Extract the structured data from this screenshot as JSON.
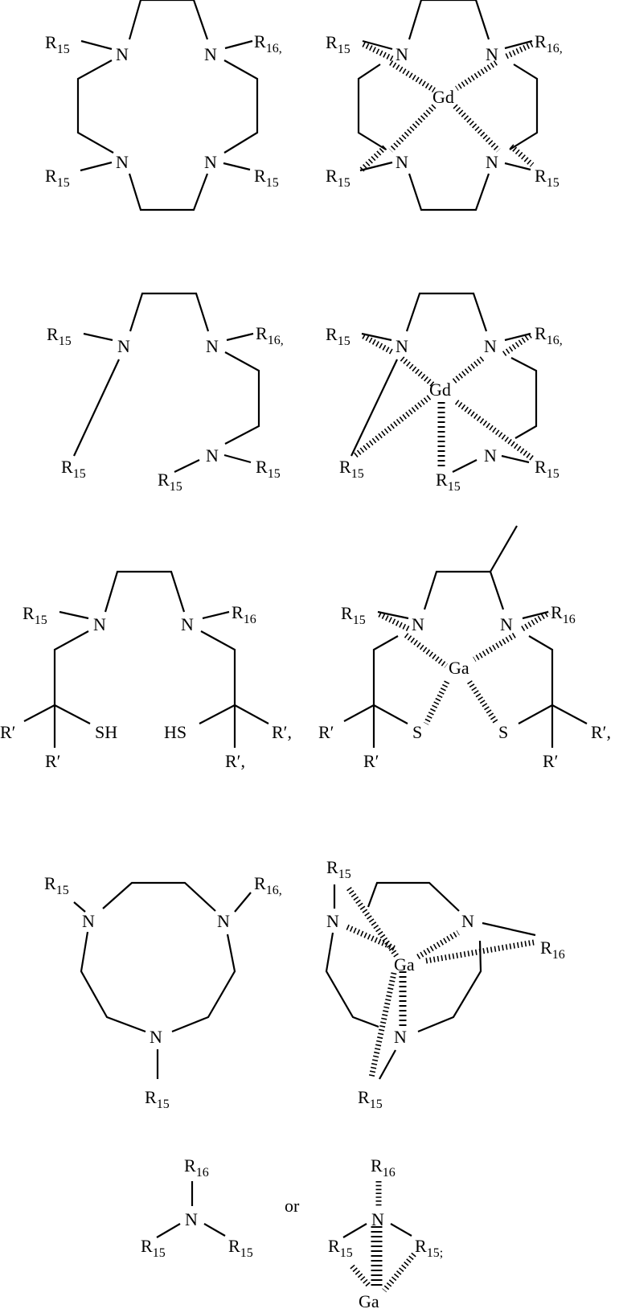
{
  "labels": {
    "N": "N",
    "Gd": "Gd",
    "Ga": "Ga",
    "S": "S",
    "SH": "SH",
    "HS": "HS",
    "R": "R",
    "Rp": "R′",
    "Rp_comma": "R′,",
    "or": "or",
    "s15": "15",
    "s16": "16",
    "comma": ",",
    "semicolon": ";"
  },
  "structures": [
    {
      "row": 1,
      "side": "left",
      "type": "tetraaza-macrocycle ligand",
      "metal": null,
      "substituents": [
        "R15",
        "R16",
        "R15",
        "R15"
      ]
    },
    {
      "row": 1,
      "side": "right",
      "type": "tetraaza-macrocycle complex",
      "metal": "Gd",
      "substituents": [
        "R15",
        "R16",
        "R15",
        "R15"
      ]
    },
    {
      "row": 2,
      "side": "left",
      "type": "triamine ligand",
      "metal": null,
      "substituents": [
        "R15",
        "R16",
        "R15",
        "R15",
        "R15"
      ]
    },
    {
      "row": 2,
      "side": "right",
      "type": "triamine complex",
      "metal": "Gd",
      "substituents": [
        "R15",
        "R16",
        "R15",
        "R15",
        "R15"
      ]
    },
    {
      "row": 3,
      "side": "left",
      "type": "diamine dithiol ligand",
      "metal": null,
      "substituents": [
        "R15",
        "R16",
        "R′",
        "R′",
        "R′",
        "R′"
      ],
      "groups": [
        "SH",
        "HS"
      ]
    },
    {
      "row": 3,
      "side": "right",
      "type": "diamine dithiolate complex",
      "metal": "Ga",
      "substituents": [
        "R15",
        "R16",
        "R′",
        "R′",
        "R′",
        "R′"
      ],
      "groups": [
        "S",
        "S"
      ]
    },
    {
      "row": 4,
      "side": "left",
      "type": "triaza-macrocycle ligand",
      "metal": null,
      "substituents": [
        "R15",
        "R16",
        "R15"
      ]
    },
    {
      "row": 4,
      "side": "right",
      "type": "triaza-macrocycle complex",
      "metal": "Ga",
      "substituents": [
        "R15",
        "R16",
        "R15"
      ]
    },
    {
      "row": 5,
      "side": "left",
      "type": "tertiary amine",
      "metal": null,
      "substituents": [
        "R16",
        "R15",
        "R15"
      ]
    },
    {
      "row": 5,
      "side": "right",
      "type": "tertiary amine complex",
      "metal": "Ga",
      "substituents": [
        "R16",
        "R15",
        "R15"
      ]
    }
  ]
}
